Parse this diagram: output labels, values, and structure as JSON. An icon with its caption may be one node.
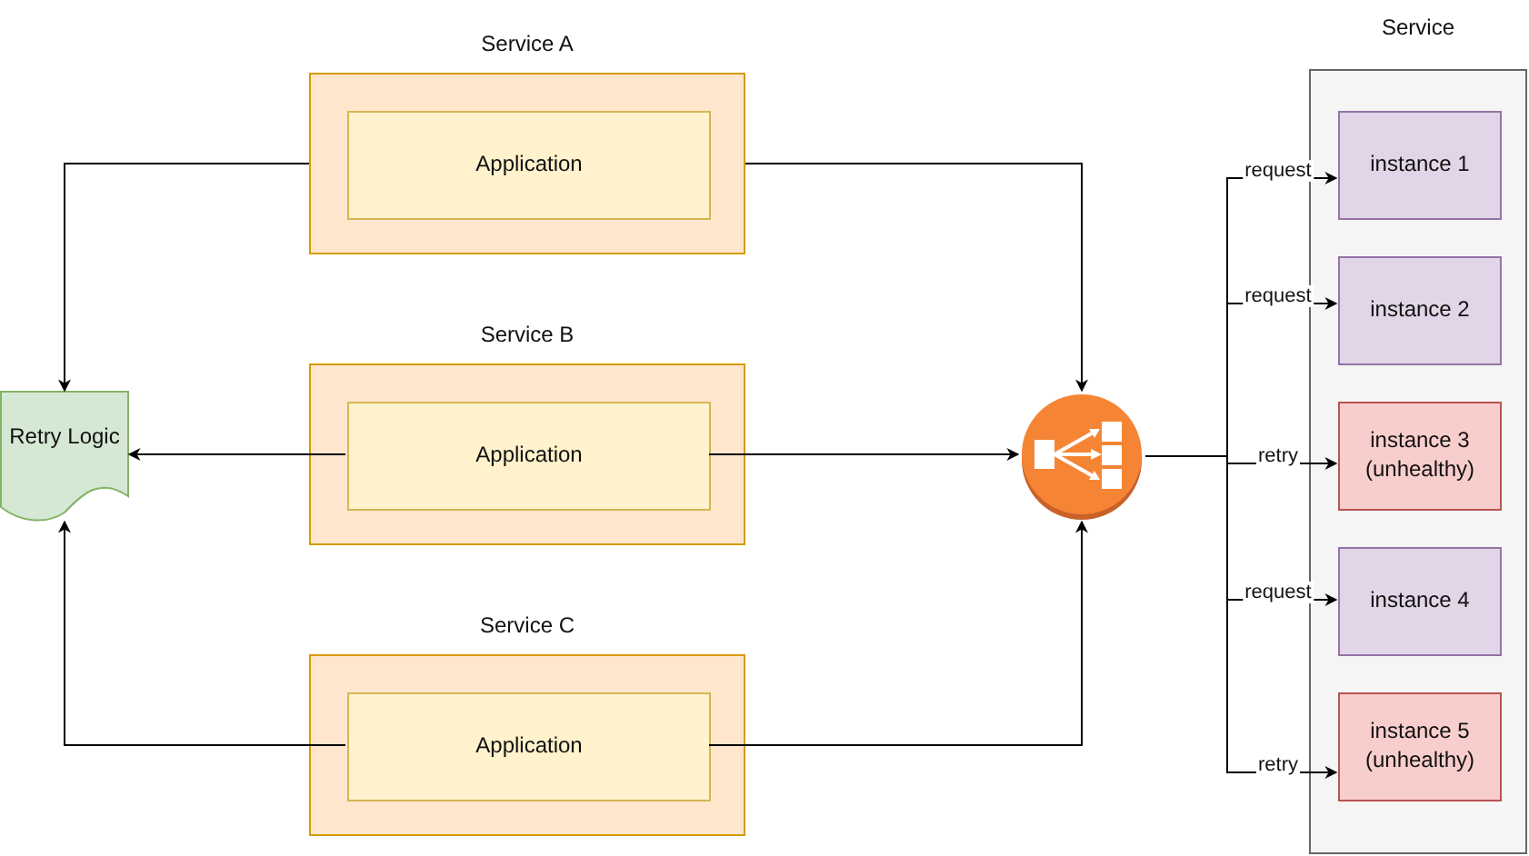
{
  "diagram": {
    "nodes": [
      {
        "text": [
          "Service A"
        ]
      },
      {
        "text": [
          "Application"
        ],
        "in": 0
      },
      {
        "text": [
          "Service B"
        ]
      },
      {
        "text": [
          "Application"
        ],
        "in": 2
      },
      {
        "text": [
          "Service C"
        ]
      },
      {
        "text": [
          "Application"
        ],
        "in": 4
      },
      {
        "text": [
          "Retry Logic"
        ]
      },
      {
        "text": [],
        "shape": "picture"
      },
      {
        "text": [
          "Service"
        ]
      },
      {
        "text": [
          "instance 1"
        ],
        "in": 8
      },
      {
        "text": [
          "instance 2"
        ],
        "in": 8
      },
      {
        "text": [
          "instance 3 (unhealthy)"
        ],
        "in": 8
      },
      {
        "text": [
          "instance 4"
        ],
        "in": 8
      },
      {
        "text": [
          "instance 5 (unhealthy)"
        ],
        "in": 8
      }
    ],
    "edges": [
      {
        "from": 0,
        "to": 6,
        "arrow": "to"
      },
      {
        "from": 3,
        "to": 6,
        "arrow": "to"
      },
      {
        "from": 5,
        "to": 6,
        "arrow": "to"
      },
      {
        "from": 0,
        "to": 7,
        "arrow": "to"
      },
      {
        "from": 3,
        "to": 7,
        "arrow": "to"
      },
      {
        "from": 5,
        "to": 7,
        "arrow": "to"
      },
      {
        "from": 7,
        "to": 9,
        "arrow": "to",
        "label": "request"
      },
      {
        "from": 7,
        "to": 10,
        "arrow": "to",
        "label": "request"
      },
      {
        "from": 7,
        "to": 11,
        "arrow": "to",
        "label": "retry"
      },
      {
        "from": 7,
        "to": 12,
        "arrow": "to",
        "label": "request"
      },
      {
        "from": 7,
        "to": 13,
        "arrow": "to",
        "label": "retry"
      }
    ]
  }
}
